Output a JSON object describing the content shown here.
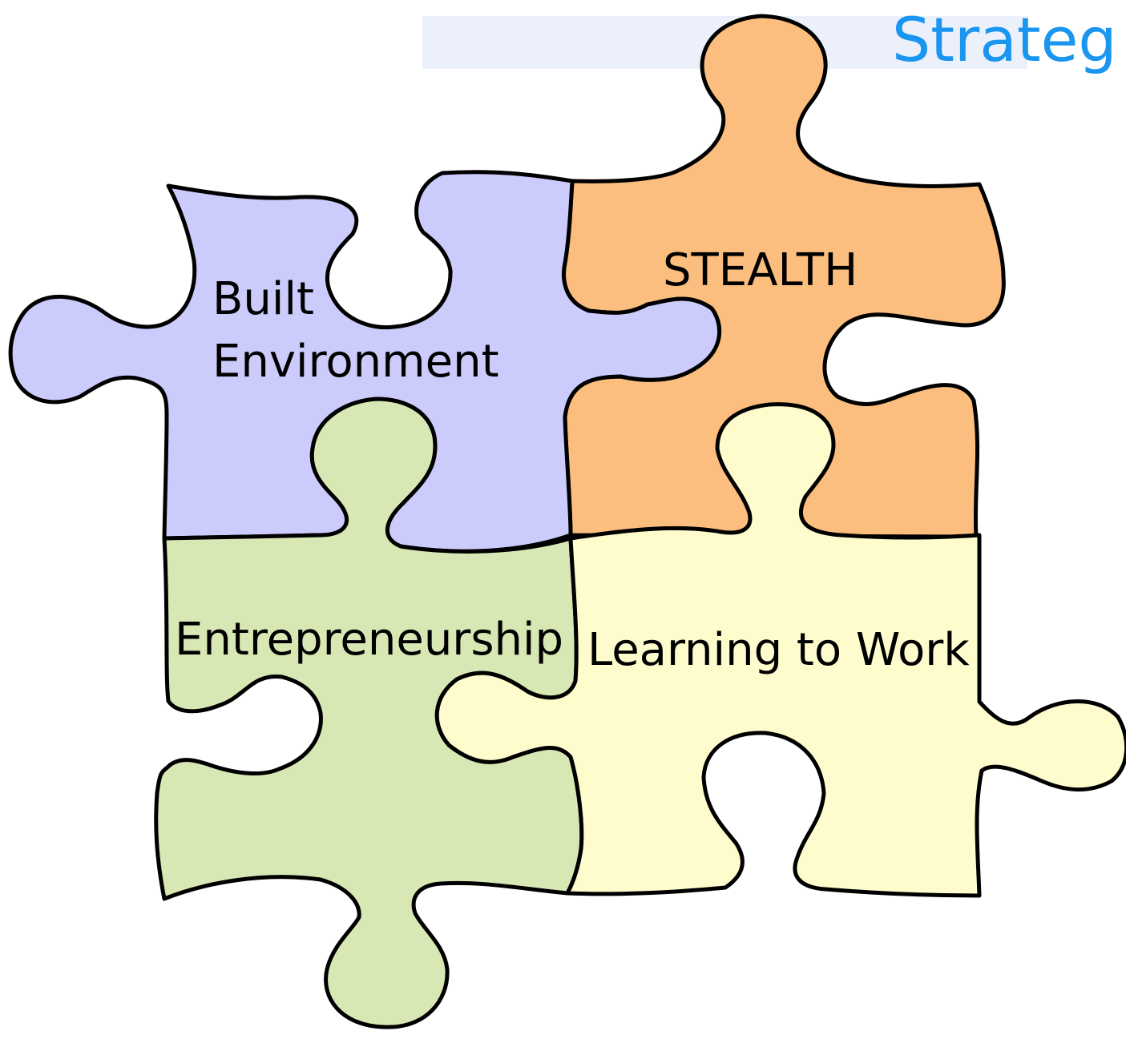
{
  "title": "Strateg",
  "colors": {
    "title": "#1a96f0",
    "title_band": "#ecf0fb",
    "built_environment": "#ccccfc",
    "stealth": "#fcbe7e",
    "entrepreneurship": "#d8e8b4",
    "learning_to_work": "#fefccd",
    "outline": "#000000"
  },
  "pieces": {
    "built_environment": {
      "line1": "Built",
      "line2": "Environment"
    },
    "stealth": {
      "label": "STEALTH"
    },
    "entrepreneurship": {
      "label": "Entrepreneurship"
    },
    "learning_to_work": {
      "label": "Learning to Work"
    }
  }
}
